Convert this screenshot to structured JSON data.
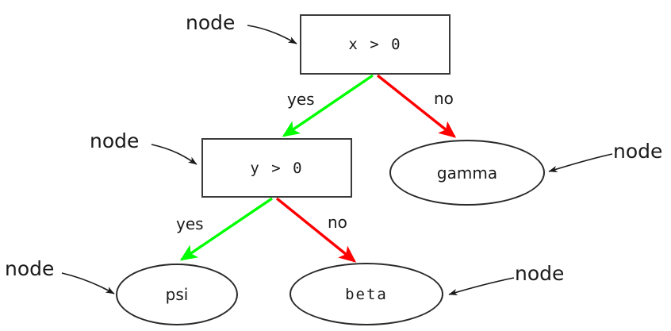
{
  "diagram": {
    "type": "decision-tree",
    "title": "",
    "colors": {
      "yes_edge": "#00ff00",
      "no_edge": "#ff0000",
      "box_border": "#3b3b3b",
      "ellipse_border": "#2a2a2a",
      "annotation": "#1a1a1a",
      "background": "#ffffff"
    },
    "nodes": [
      {
        "id": "root",
        "shape": "box",
        "label": "x > 0",
        "font": "mono"
      },
      {
        "id": "inner",
        "shape": "box",
        "label": "y > 0",
        "font": "mono"
      },
      {
        "id": "gamma",
        "shape": "ellipse",
        "label": "gamma",
        "font": "sans"
      },
      {
        "id": "psi",
        "shape": "ellipse",
        "label": "psi",
        "font": "sans"
      },
      {
        "id": "beta",
        "shape": "ellipse",
        "label": "beta",
        "font": "mono"
      }
    ],
    "edges": [
      {
        "from": "root",
        "to": "inner",
        "label": "yes",
        "color_key": "yes_edge"
      },
      {
        "from": "root",
        "to": "gamma",
        "label": "no",
        "color_key": "no_edge"
      },
      {
        "from": "inner",
        "to": "psi",
        "label": "yes",
        "color_key": "yes_edge"
      },
      {
        "from": "inner",
        "to": "beta",
        "label": "no",
        "color_key": "no_edge"
      }
    ],
    "edge_labels": {
      "root_yes": "yes",
      "root_no": "no",
      "inner_yes": "yes",
      "inner_no": "no"
    },
    "annotations": [
      {
        "id": "annot-root",
        "text": "node",
        "points_to": "root"
      },
      {
        "id": "annot-inner",
        "text": "node",
        "points_to": "inner"
      },
      {
        "id": "annot-gamma",
        "text": "node",
        "points_to": "gamma"
      },
      {
        "id": "annot-psi",
        "text": "node",
        "points_to": "psi"
      },
      {
        "id": "annot-beta",
        "text": "node",
        "points_to": "beta"
      }
    ]
  }
}
